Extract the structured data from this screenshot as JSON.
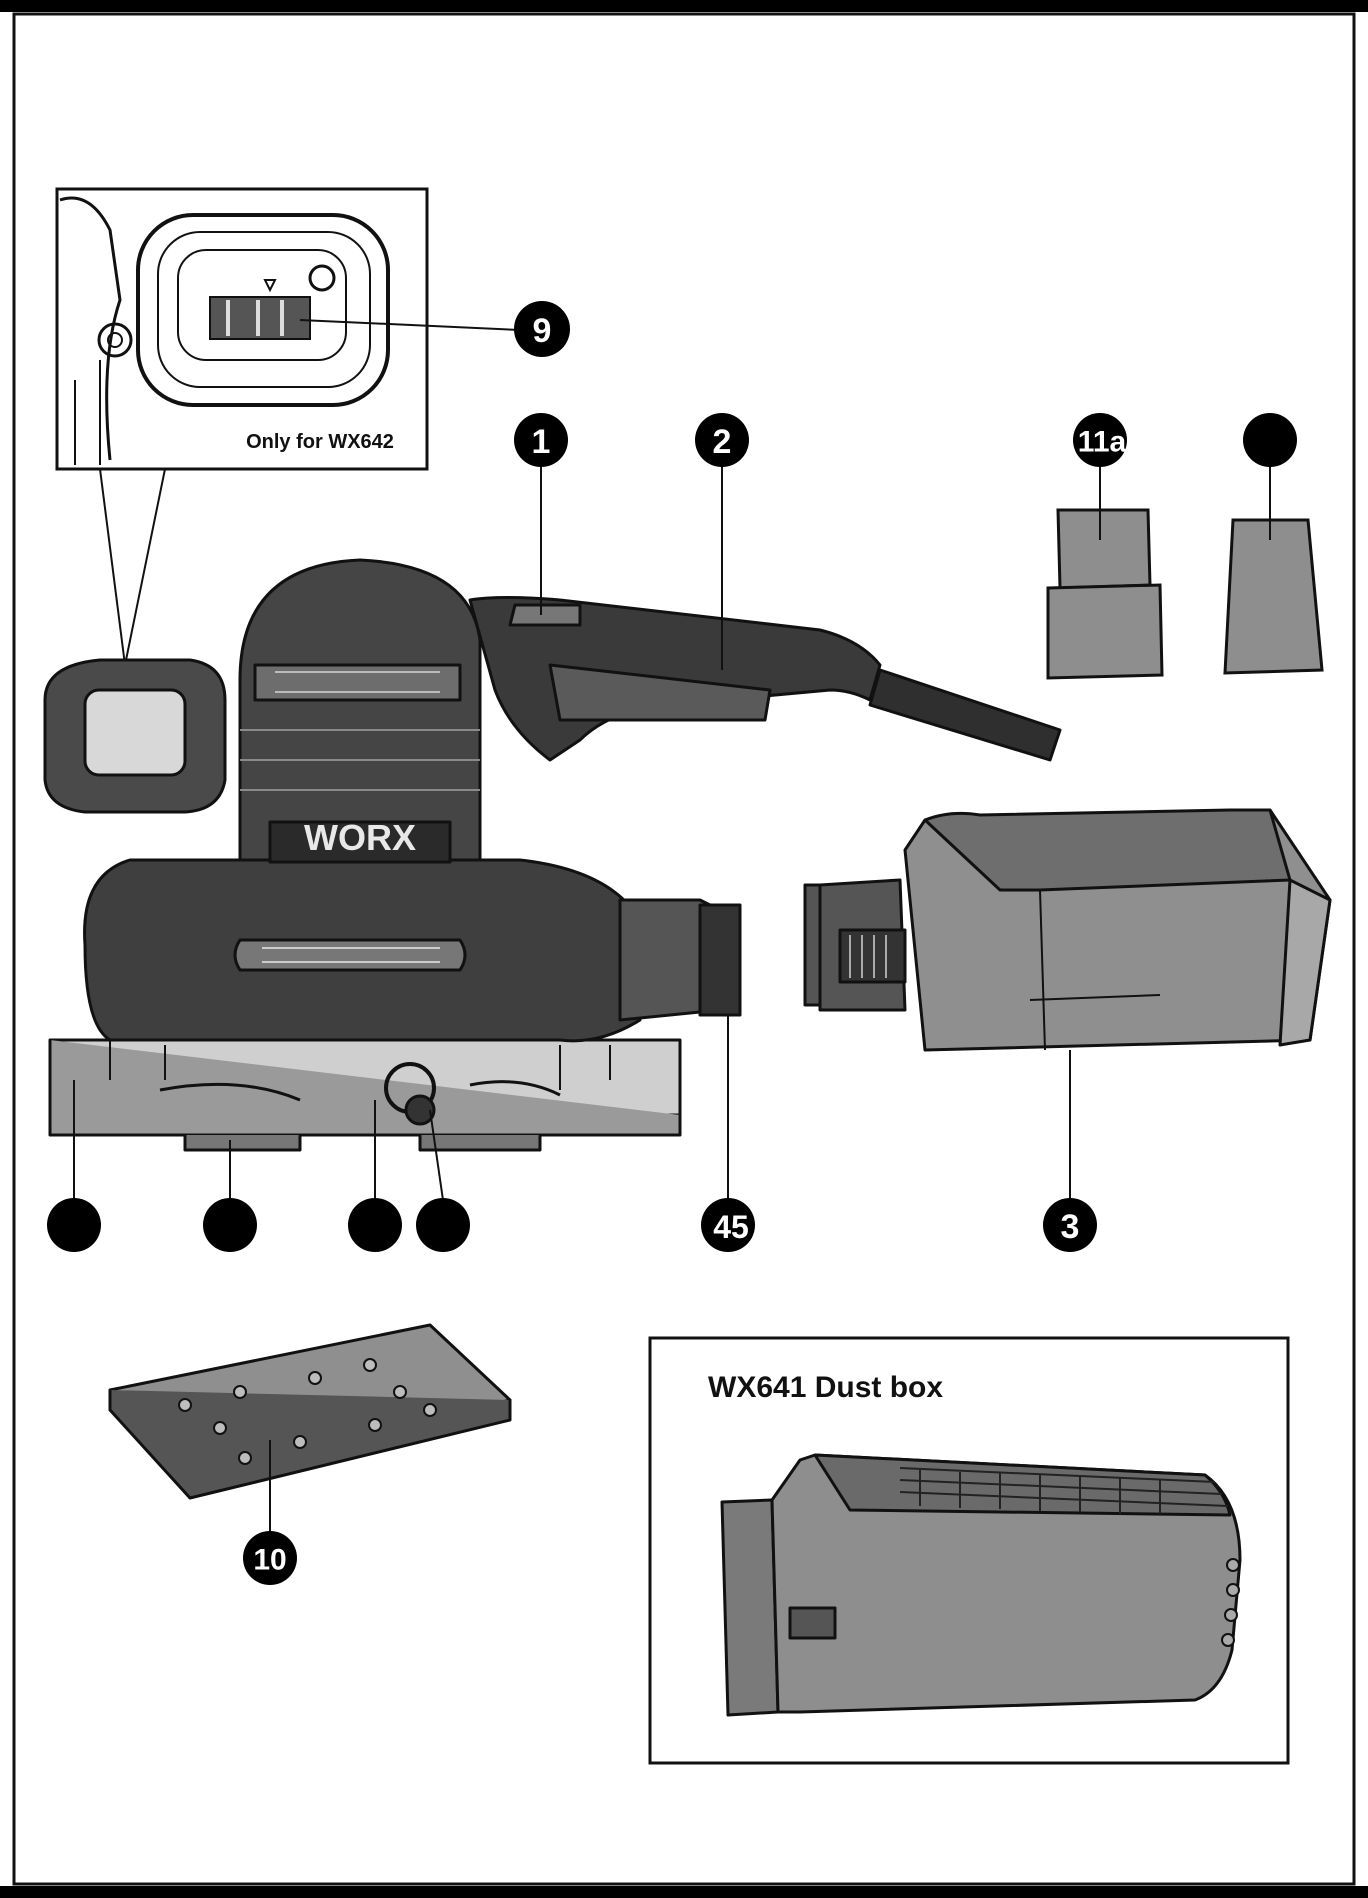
{
  "colors": {
    "outline": "#111111",
    "body_dark": "#4a4a4a",
    "body_mid": "#8c8c8c",
    "body_light": "#b5b5b5",
    "label_fill": "#000000",
    "label_text": "#ffffff"
  },
  "inset": {
    "caption": "Only for WX642"
  },
  "dust_box_panel": {
    "title": "WX641 Dust box"
  },
  "brand": {
    "logo_text": "WORX"
  },
  "callouts": [
    {
      "id": "callout-1",
      "text": "1"
    },
    {
      "id": "callout-2",
      "text": "2"
    },
    {
      "id": "callout-3",
      "text": "3"
    },
    {
      "id": "callout-45",
      "text": "45"
    },
    {
      "id": "callout-9",
      "text": "9"
    },
    {
      "id": "callout-10",
      "text": "10"
    },
    {
      "id": "callout-11a",
      "text": "11a"
    },
    {
      "id": "callout-blank-adapter",
      "text": ""
    },
    {
      "id": "callout-blank-a",
      "text": ""
    },
    {
      "id": "callout-blank-b",
      "text": ""
    },
    {
      "id": "callout-blank-c",
      "text": ""
    },
    {
      "id": "callout-blank-d",
      "text": ""
    }
  ]
}
